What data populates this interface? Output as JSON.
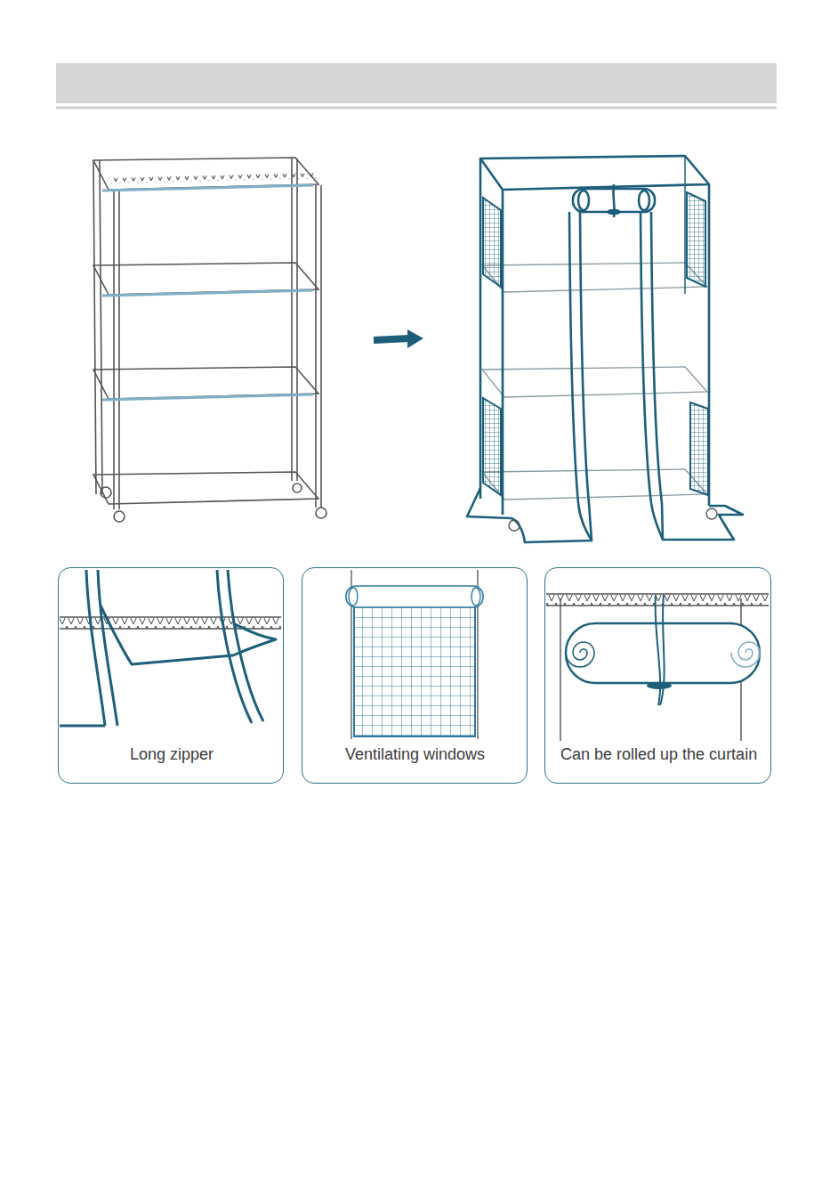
{
  "diagram": {
    "nodes": [
      {
        "text": [
          "Long zipper"
        ]
      },
      {
        "text": [
          "Ventilating windows"
        ]
      },
      {
        "text": [
          "Can be rolled up the curtain"
        ]
      }
    ]
  }
}
